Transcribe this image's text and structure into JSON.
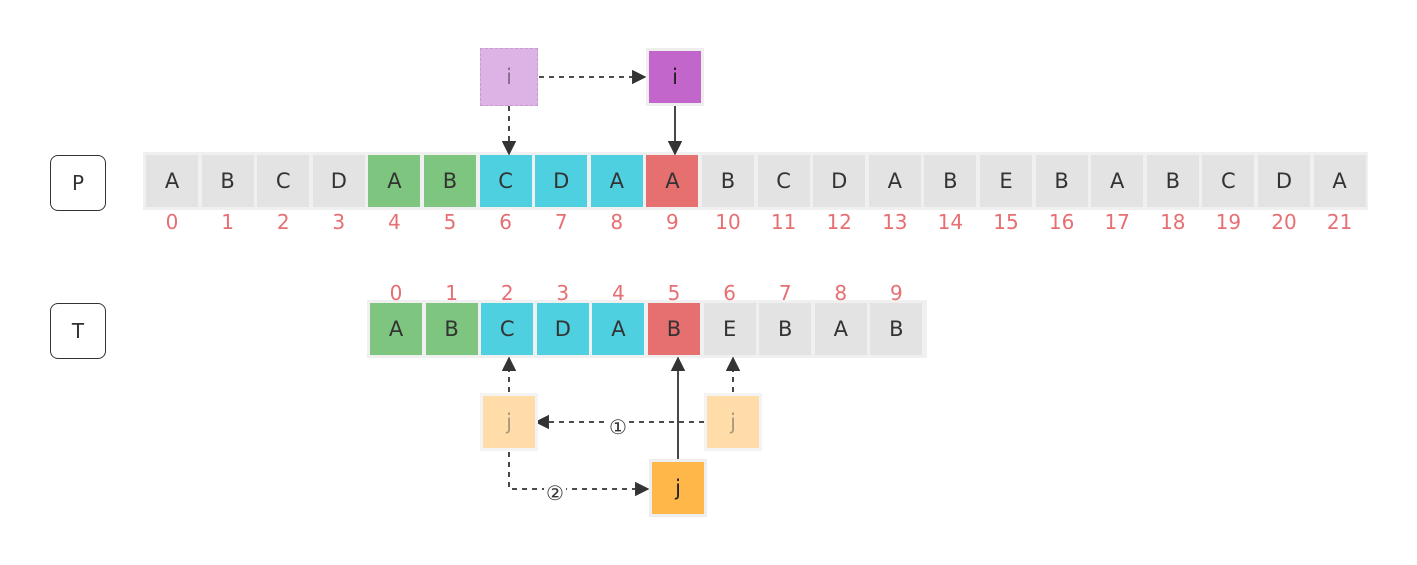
{
  "pattern_row": {
    "label": "P",
    "chars": [
      "A",
      "B",
      "C",
      "D",
      "A",
      "B",
      "C",
      "D",
      "A",
      "A",
      "B",
      "C",
      "D",
      "A",
      "B",
      "E",
      "B",
      "A",
      "B",
      "C",
      "D",
      "A"
    ],
    "indices": [
      "0",
      "1",
      "2",
      "3",
      "4",
      "5",
      "6",
      "7",
      "8",
      "9",
      "10",
      "11",
      "12",
      "13",
      "14",
      "15",
      "16",
      "17",
      "18",
      "19",
      "20",
      "21"
    ],
    "states": [
      "none",
      "none",
      "none",
      "none",
      "green",
      "green",
      "cyan",
      "cyan",
      "cyan",
      "red",
      "none",
      "none",
      "none",
      "none",
      "none",
      "none",
      "none",
      "none",
      "none",
      "none",
      "none",
      "none"
    ]
  },
  "text_row": {
    "label": "T",
    "chars": [
      "A",
      "B",
      "C",
      "D",
      "A",
      "B",
      "E",
      "B",
      "A",
      "B"
    ],
    "indices": [
      "0",
      "1",
      "2",
      "3",
      "4",
      "5",
      "6",
      "7",
      "8",
      "9"
    ],
    "states": [
      "green",
      "green",
      "cyan",
      "cyan",
      "cyan",
      "red",
      "none",
      "none",
      "none",
      "none"
    ]
  },
  "pointers": {
    "i_old": "i",
    "i_new": "i",
    "j_old": "j",
    "j_mid": "j",
    "j_new": "j"
  },
  "steps": {
    "one": "①",
    "two": "②"
  },
  "colors": {
    "none": "#e3e3e3",
    "green": "#7ec67f",
    "cyan": "#4ed0e0",
    "red": "#e66f6f",
    "i_old": "#ddb3e5",
    "i_new": "#c266cc",
    "j_old": "#ffdca8",
    "j_new": "#ffb74a",
    "index_text": "#e66f73"
  }
}
